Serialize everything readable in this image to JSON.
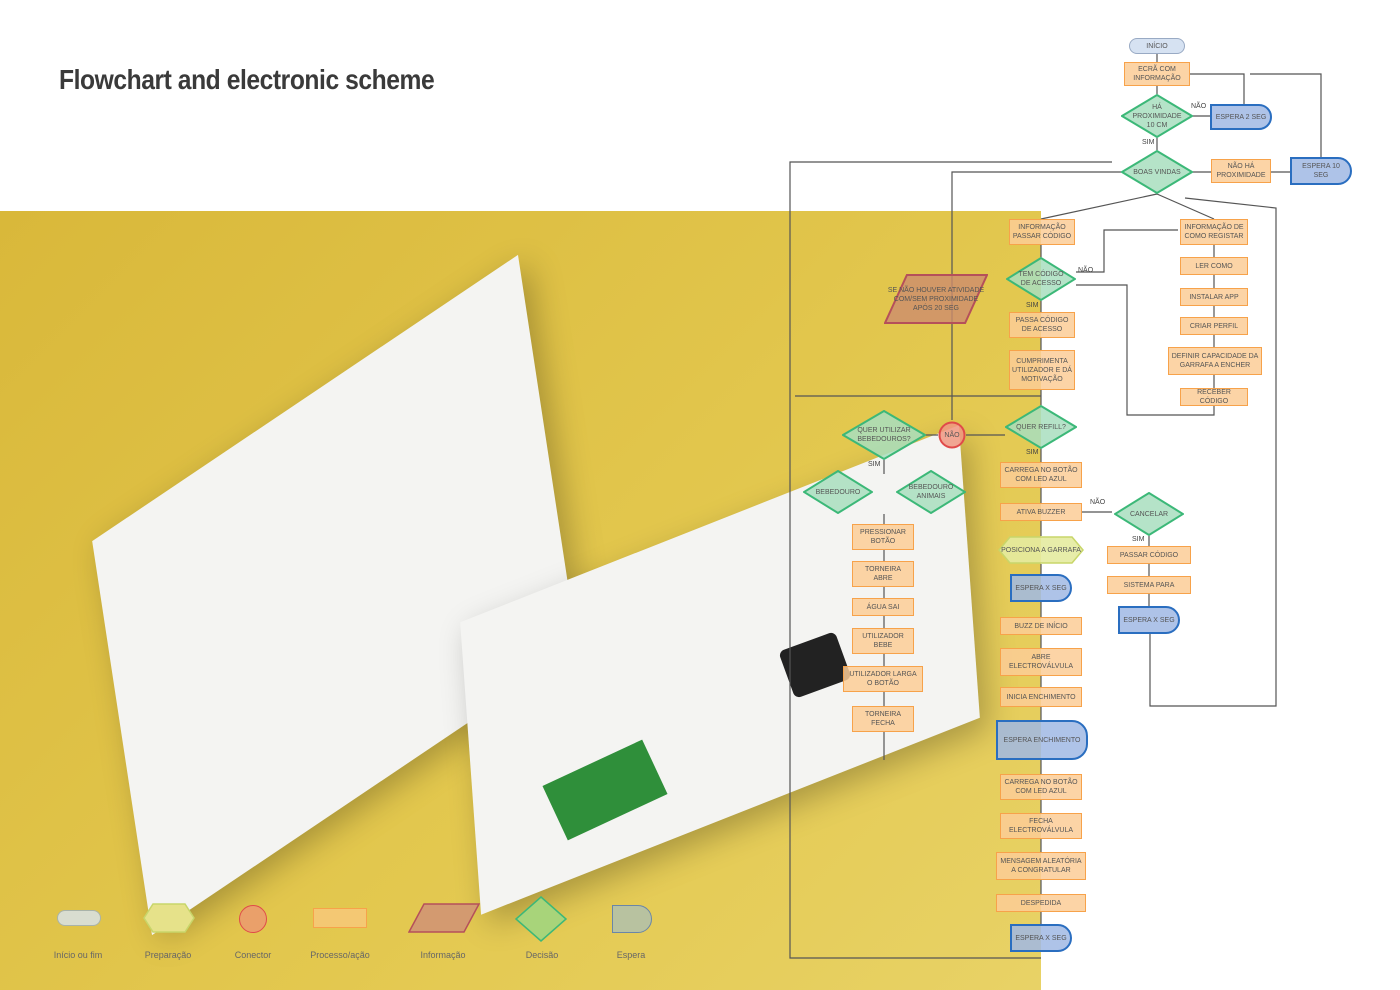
{
  "title": "Flowchart and electronic scheme",
  "nodes": {
    "inicio": "Início",
    "ecra": "Ecrã com informação",
    "ha_prox": "Há proximidade 10 cm",
    "espera2": "Espera 2 seg",
    "boas": "Boas vindas",
    "nao_ha": "Não há proximidade",
    "espera10": "Espera 10 seg",
    "info_passar": "Informação passar código",
    "info_registar": "Informação de como registar",
    "tem_codigo": "Tem código de acesso",
    "ler_como": "Ler como",
    "instalar": "Instalar app",
    "criar": "Criar perfil",
    "definir": "Definir capacidade da garrafa a encher",
    "receber": "Receber código",
    "passa_codigo": "Passa código de acesso",
    "cumprimenta": "Cumprimenta utilizador e dá motivação",
    "se_nao": "Se não houver atividade com/sem proximidade após 20 seg",
    "quer_utilizar": "Quer utilizar bebedouros?",
    "nao_conn": "Não",
    "quer_refill": "Quer refill?",
    "bebedouro": "Bebedouro",
    "bebedouro_animais": "Bebedouro animais",
    "pressionar": "Pressionar botão",
    "torneira_abre": "Torneira abre",
    "agua": "Água sai",
    "utilizador_bebe": "Utilizador bebe",
    "larga": "Utilizador larga o botão",
    "torneira_fecha": "Torneira fecha",
    "carrega": "Carrega no botão com led azul",
    "ativa": "Ativa buzzer",
    "posiciona": "Posiciona a garrafa",
    "esperaX1": "Espera x seg",
    "buzz": "Buzz de início",
    "abre": "Abre electroválvula",
    "inicia": "Inicia enchimento",
    "espera_ench": "Espera enchimento",
    "carrega2": "Carrega no botão com led azul",
    "fecha": "Fecha electroválvula",
    "mensagem": "Mensagem aleatória a congratular",
    "despedida": "Despedida",
    "esperaX2": "Espera x seg",
    "cancelar": "Cancelar",
    "passar_codigo": "Passar código",
    "sistema": "Sistema para",
    "esperaX3": "Espera x seg"
  },
  "edge_labels": {
    "nao1": "NÃO",
    "sim1": "SIM",
    "nao2": "NÃO",
    "sim2": "SIM",
    "sim3": "SIM",
    "sim4": "SIM",
    "nao3": "NÃO",
    "sim5": "SIM"
  },
  "legend": [
    "Início ou fim",
    "Preparação",
    "Conector",
    "Processo/ação",
    "Informação",
    "Decisão",
    "Espera"
  ],
  "colors": {
    "process": "#f7a24a",
    "decision": "#3cb878",
    "wait": "#2a6ec0",
    "connector": "#e04a4a",
    "info": "#b5505a",
    "prep": "#c8d66a",
    "background": "#e0c24a"
  }
}
